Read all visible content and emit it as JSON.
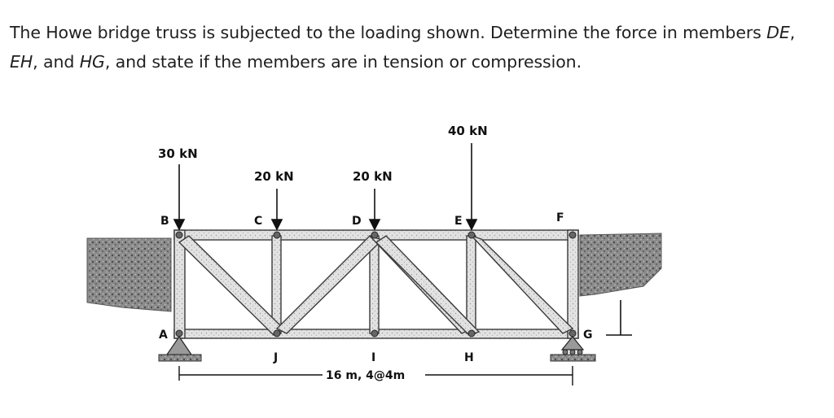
{
  "problem": {
    "parts": [
      "The Howe bridge truss is subjected to the loading shown. Determine the force in members ",
      "DE",
      ",",
      "EH",
      ", and ",
      "HG",
      ", and state if the members are in tension or compression."
    ]
  },
  "figure": {
    "loads": {
      "B": "30 kN",
      "C": "20 kN",
      "D": "20 kN",
      "E": "40 kN"
    },
    "nodes": {
      "A": "A",
      "B": "B",
      "C": "C",
      "D": "D",
      "E": "E",
      "F": "F",
      "G": "G",
      "H": "H",
      "I": "I",
      "J": "J"
    },
    "dimension": "16 m, 4@4m"
  },
  "colors": {
    "member_fill": "#d8d8d8",
    "member_stroke": "#3a3a3a",
    "ground": "#7a7a7a",
    "text": "#1f1f1f"
  }
}
